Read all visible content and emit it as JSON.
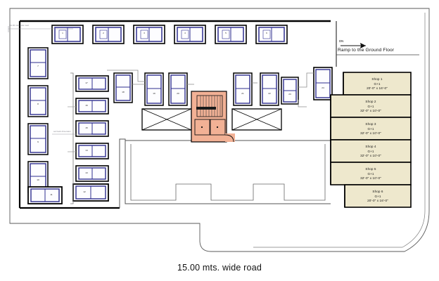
{
  "drawing": {
    "type": "architectural-floor-plan",
    "title_bottom": "15.00 mts. wide road",
    "ramp": {
      "direction": "DN",
      "label": "Ramp to the Ground Floor"
    },
    "dimension_notes": {
      "top_left": "12.00 mts. wide road",
      "left_mid": "set back dimension"
    }
  },
  "shops": [
    {
      "name": "Shop 1",
      "floors": "G+1",
      "size": "20'-0\" x 16'-0\""
    },
    {
      "name": "Shop 2",
      "floors": "G+1",
      "size": "32'-0\" x 10'-0\""
    },
    {
      "name": "Shop 3",
      "floors": "G+1",
      "size": "32'-0\" x 10'-0\""
    },
    {
      "name": "Shop 4",
      "floors": "G+1",
      "size": "32'-0\" x 10'-0\""
    },
    {
      "name": "Shop 5",
      "floors": "G+1",
      "size": "32'-0\" x 10'-0\""
    },
    {
      "name": "Shop 6",
      "floors": "G+1",
      "size": "20'-0\" x 16'-0\""
    }
  ],
  "parking": {
    "top_row": [
      "1",
      "2",
      "3",
      "4",
      "5",
      "6"
    ],
    "left_col": [
      "7",
      "8",
      "9",
      "10"
    ],
    "bottom_left": [
      "11"
    ],
    "inner_col": [
      "17",
      "16",
      "15",
      "14",
      "13",
      "12"
    ],
    "mid_row": [
      "18",
      "19",
      "20",
      "21",
      "22",
      "23",
      "24",
      "25",
      "26"
    ]
  },
  "colors": {
    "shop_fill": "#eee8cd",
    "core_fill": "#f2b195",
    "stall_stroke": "#2e2e8f",
    "wall": "#000000",
    "boundary": "#4a4a4a",
    "paper": "#ffffff"
  }
}
